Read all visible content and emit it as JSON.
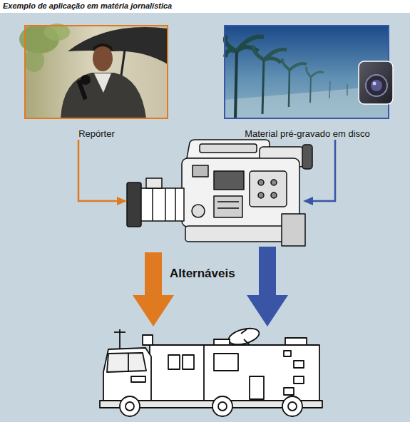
{
  "diagram": {
    "title": "Exemplo de aplicação em matéria jornalística",
    "nodes": [
      {
        "text": [
          "Repórter"
        ]
      },
      {
        "text": [
          "Material pré-gravado em disco"
        ]
      },
      {
        "text": []
      },
      {
        "text": []
      }
    ],
    "edges": [
      {
        "from": 0,
        "to": 2,
        "arrow": "to"
      },
      {
        "from": 1,
        "to": 2,
        "arrow": "to"
      },
      {
        "from": 2,
        "to": 3,
        "arrow": "to"
      },
      {
        "from": 2,
        "to": 3,
        "arrow": "to"
      }
    ],
    "labels": [
      "Alternáveis"
    ]
  }
}
